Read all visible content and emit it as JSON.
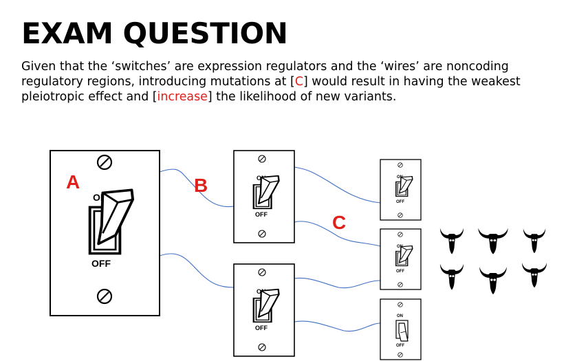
{
  "title": "EXAM QUESTION",
  "question": {
    "part1": "Given that the ‘switches’ are expression regulators and the ‘wires’ are noncoding regulatory regions, introducing mutations at [",
    "blank1": "C",
    "part2": "] would result in having the weakest pleiotropic effect and [",
    "blank2": "increase",
    "part3": "] the likelihood of new variants."
  },
  "diagram": {
    "labels": {
      "a": "A",
      "b": "B",
      "c": "C"
    },
    "switch_text": {
      "on": "ON",
      "off": "OFF"
    },
    "colors": {
      "answer": "#e0201b",
      "wire": "#3f6fc4",
      "outline": "#000000"
    },
    "icons": [
      "bull-skull-icon",
      "bull-skull-icon",
      "bull-skull-icon",
      "bull-skull-icon",
      "bull-skull-icon",
      "bull-skull-icon"
    ]
  }
}
